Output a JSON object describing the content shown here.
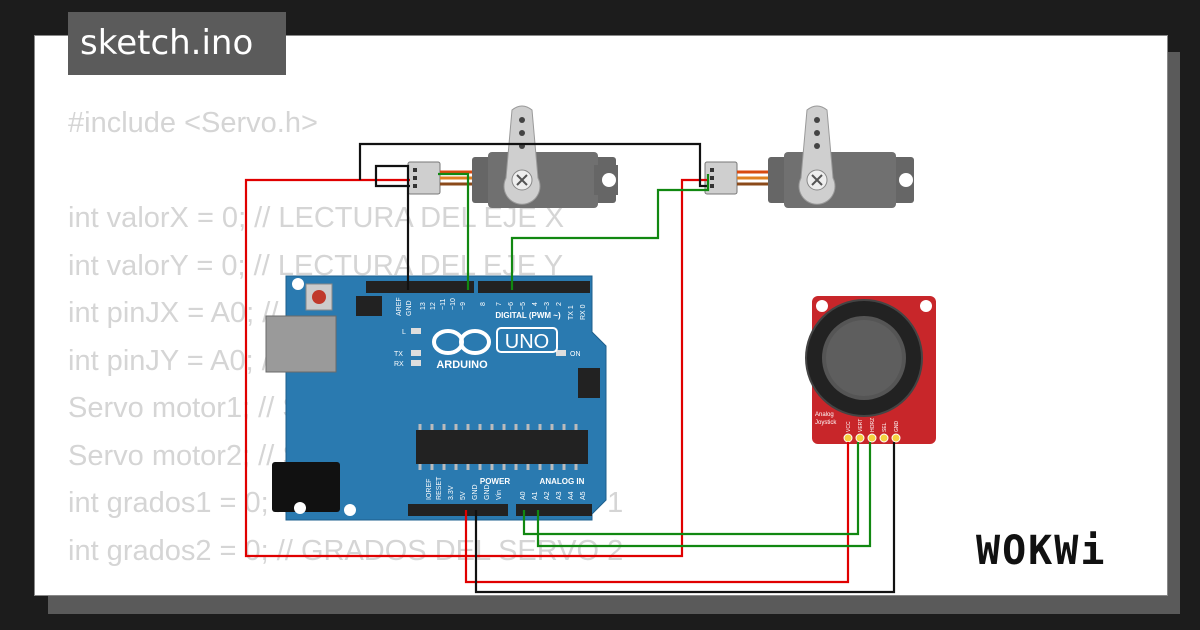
{
  "header": {
    "file_name": "sketch.ino"
  },
  "code_lines": [
    "#include <Servo.h>",
    "",
    "int valorX = 0; // LECTURA DEL EJE X",
    "int valorY = 0; // LECTURA DEL EJE Y",
    "int pinJX = A0; // PIN DEL EJE X",
    "int pinJY = A0; // PIN DEL EJE Y",
    "Servo motor1; // SERVO 1",
    "Servo motor2; // SERVO 2",
    "int grados1 = 0; // GRADOS DEL SERVO 1",
    "int grados2 = 0; // GRADOS DEL SERVO 2"
  ],
  "board": {
    "brand": "ARDUINO",
    "model": "UNO",
    "digital_label": "DIGITAL (PWM ~)",
    "analog_label": "ANALOG IN",
    "power_label": "POWER",
    "digital_pins": [
      "AREF",
      "GND",
      "13",
      "12",
      "~11",
      "~10",
      "~9",
      "8",
      "7",
      "~6",
      "~5",
      "4",
      "~3",
      "2",
      "TX 1",
      "RX 0"
    ],
    "power_pins": [
      "IOREF",
      "RESET",
      "3.3V",
      "5V",
      "GND",
      "GND",
      "Vin"
    ],
    "analog_pins": [
      "A0",
      "A1",
      "A2",
      "A3",
      "A4",
      "A5"
    ],
    "led_labels": [
      "L",
      "TX",
      "RX",
      "ON"
    ]
  },
  "joystick": {
    "label_line1": "Analog",
    "label_line2": "Joystick",
    "pins": [
      "VCC",
      "VERT",
      "HORZ",
      "SEL",
      "GND"
    ]
  },
  "brand": {
    "logo_text": "WOKWi"
  },
  "colors": {
    "wire_red": "#e00000",
    "wire_black": "#111111",
    "wire_green": "#118811",
    "board_blue": "#2a7ab0",
    "joystick_red": "#c8262a"
  }
}
